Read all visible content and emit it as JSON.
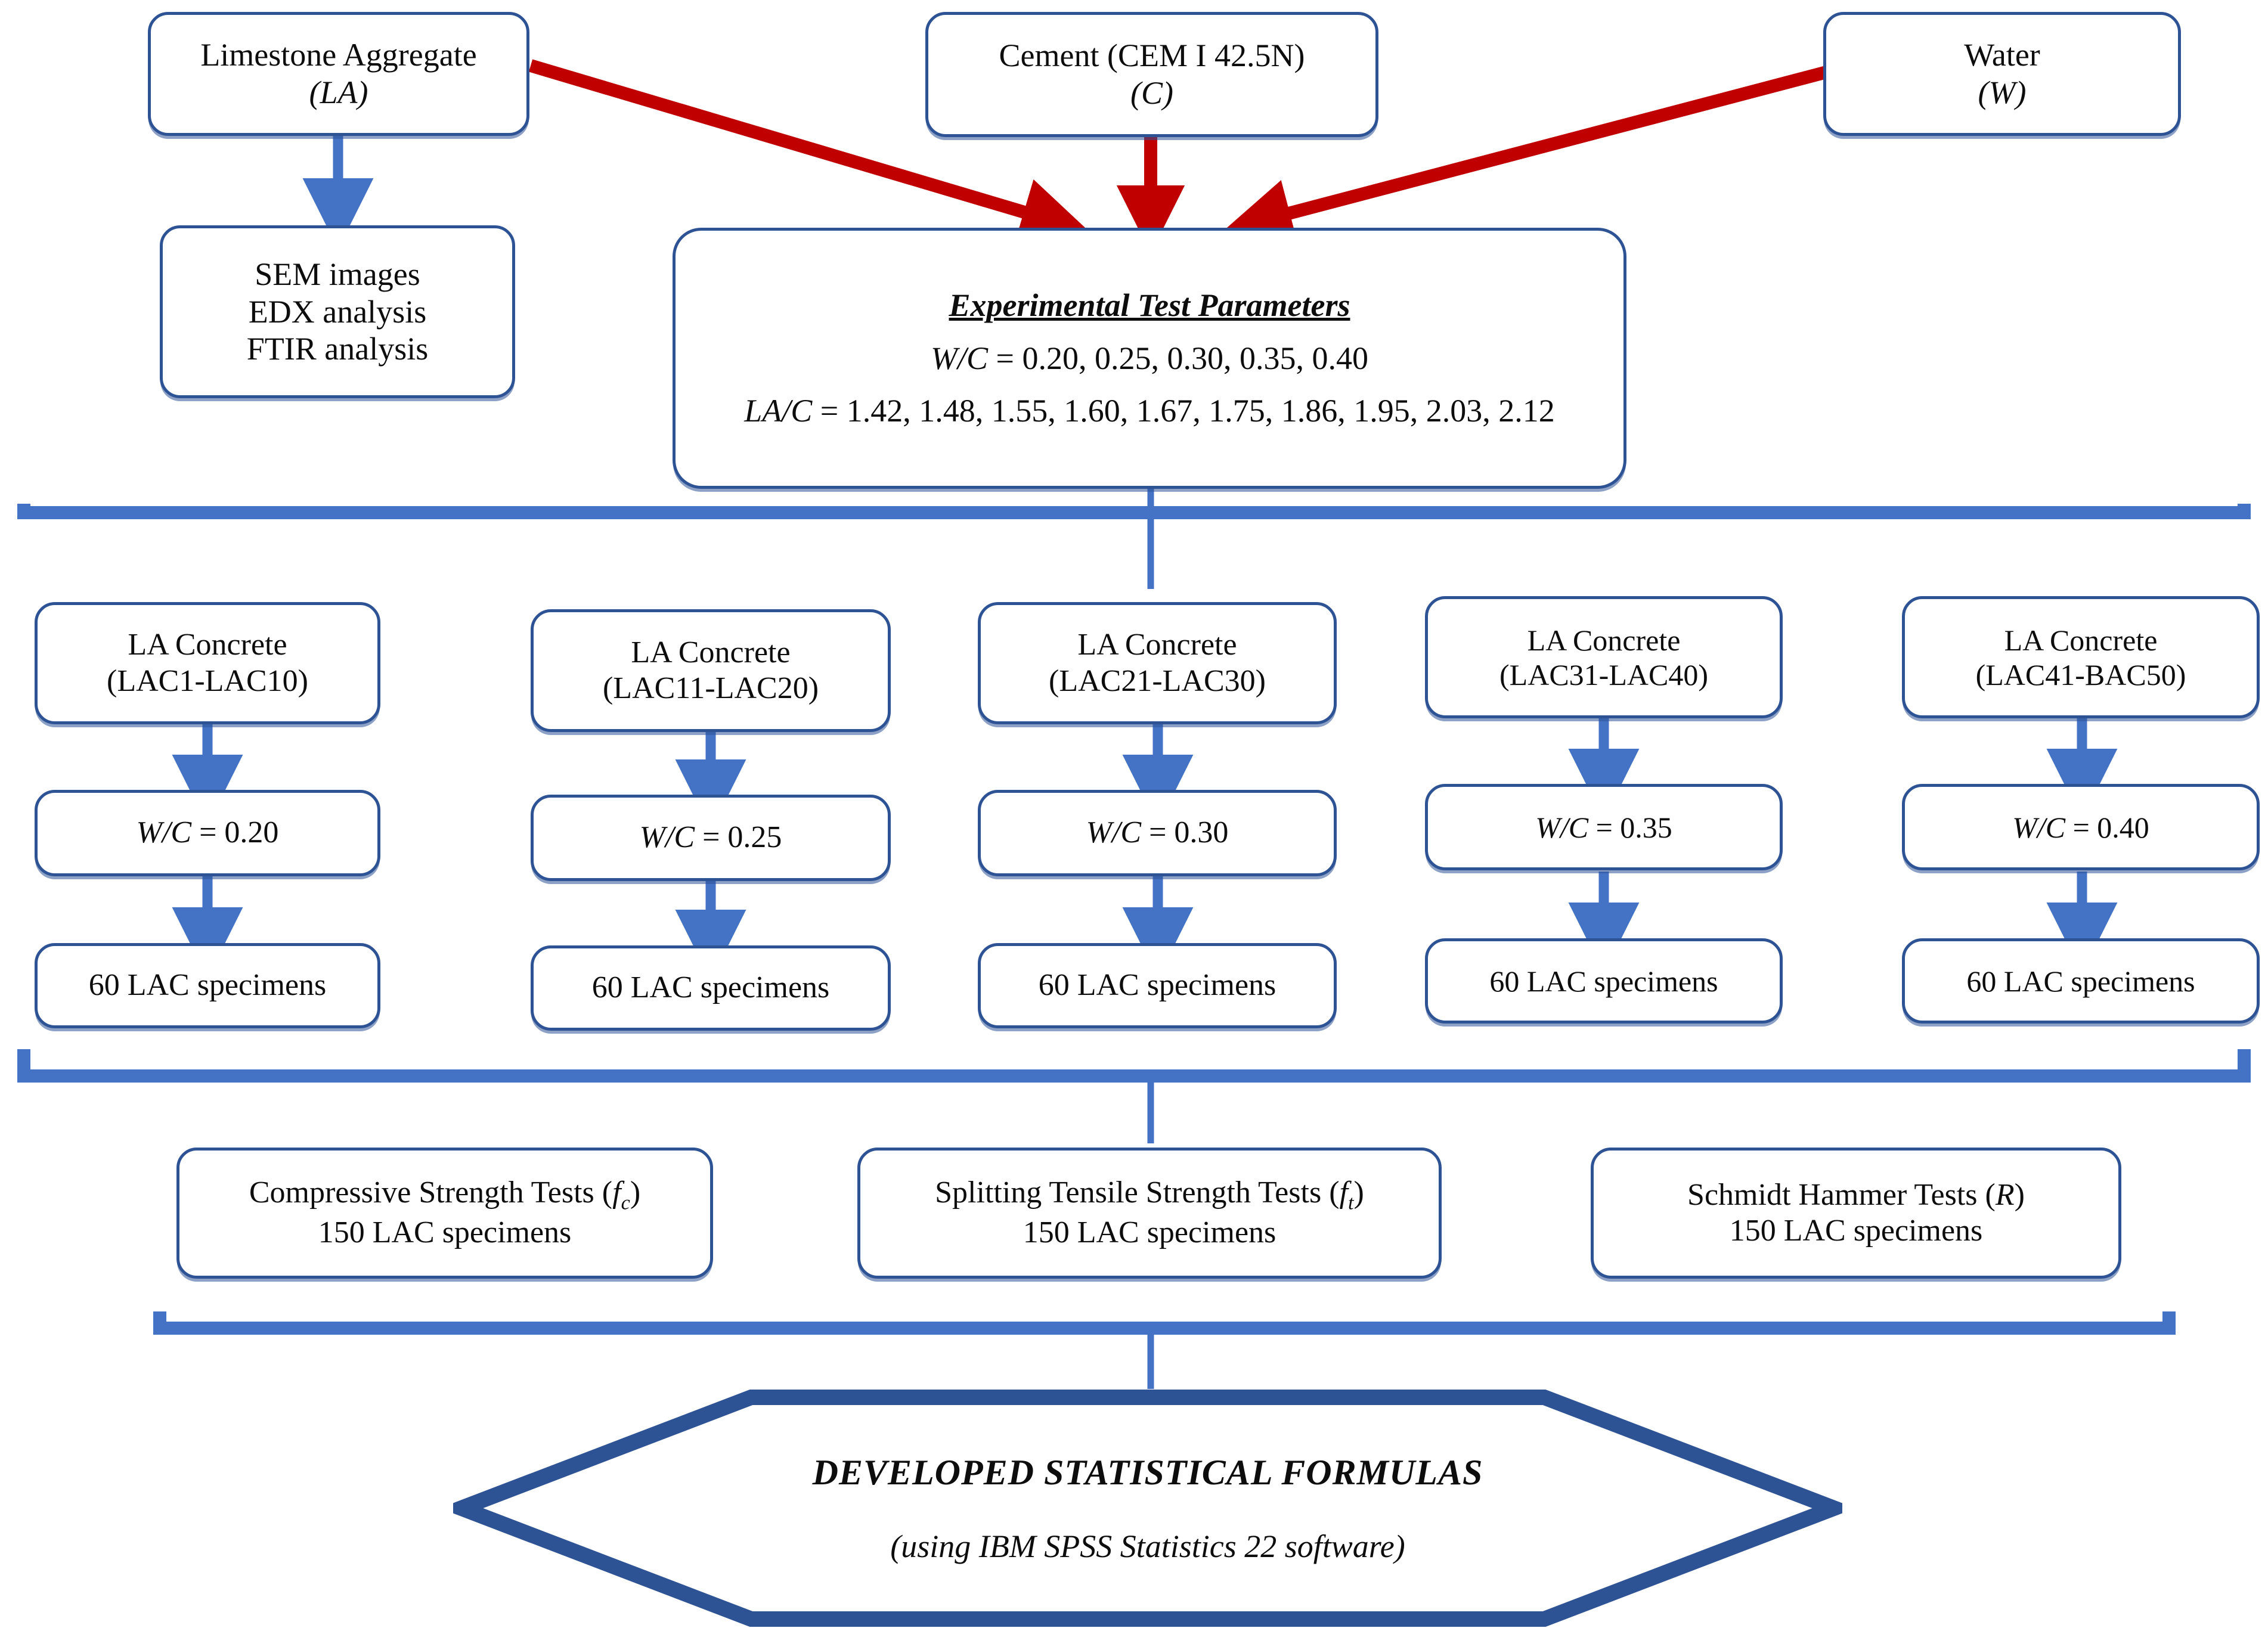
{
  "title": "Experimental program flowchart for limestone aggregate concrete",
  "colors": {
    "box_border": "#2E5395",
    "connector_blue": "#4472C4",
    "arrow_red": "#C00000",
    "bracket_blue": "#4472C4",
    "hexagon_border": "#2E5395",
    "background": "#FFFFFF",
    "text": "#0D0D0D"
  },
  "materials": {
    "limestone": {
      "line1": "Limestone Aggregate",
      "line2": "(LA)",
      "symbol": "LA"
    },
    "cement": {
      "line1": "Cement (CEM I 42.5N)",
      "line2": "(C)",
      "symbol": "C"
    },
    "water": {
      "line1": "Water",
      "line2": "(W)",
      "symbol": "W"
    }
  },
  "characterization": {
    "lines": [
      "SEM images",
      "EDX analysis",
      "FTIR analysis"
    ]
  },
  "parameters": {
    "heading": "Experimental Test Parameters",
    "wc_label": "W/C",
    "wc_values": "0.20, 0.25, 0.30, 0.35, 0.40",
    "lac_label": "LA/C",
    "lac_values": "1.42, 1.48, 1.55, 1.60, 1.67, 1.75, 1.86, 1.95, 2.03, 2.12",
    "wc_list": [
      0.2,
      0.25,
      0.3,
      0.35,
      0.4
    ],
    "lac_list": [
      1.42,
      1.48,
      1.55,
      1.6,
      1.67,
      1.75,
      1.86,
      1.95,
      2.03,
      2.12
    ]
  },
  "mix_groups": [
    {
      "name_line1": "LA Concrete",
      "name_line2": "(LAC1-LAC10)",
      "wc_label": "W/C",
      "wc_value": "0.20",
      "specimens": "60 LAC specimens"
    },
    {
      "name_line1": "LA Concrete",
      "name_line2": "(LAC11-LAC20)",
      "wc_label": "W/C",
      "wc_value": "0.25",
      "specimens": "60 LAC specimens"
    },
    {
      "name_line1": "LA Concrete",
      "name_line2": "(LAC21-LAC30)",
      "wc_label": "W/C",
      "wc_value": "0.30",
      "specimens": "60 LAC specimens"
    },
    {
      "name_line1": "LA Concrete",
      "name_line2": "(LAC31-LAC40)",
      "wc_label": "W/C",
      "wc_value": "0.35",
      "specimens": "60 LAC specimens"
    },
    {
      "name_line1": "LA Concrete",
      "name_line2": "(LAC41-BAC50)",
      "wc_label": "W/C",
      "wc_value": "0.40",
      "specimens": "60 LAC specimens"
    }
  ],
  "tests": [
    {
      "name": "Compressive Strength Tests",
      "symbol": "f",
      "subscript": "c",
      "specimens": "150 LAC specimens"
    },
    {
      "name": "Splitting Tensile Strength Tests",
      "symbol": "f",
      "subscript": "t",
      "specimens": "150 LAC specimens"
    },
    {
      "name": "Schmidt Hammer Tests",
      "symbol": "R",
      "subscript": "",
      "specimens": "150 LAC specimens"
    }
  ],
  "outcome": {
    "title": "DEVELOPED STATISTICAL FORMULAS",
    "subtitle": "(using IBM SPSS Statistics 22 software)"
  }
}
